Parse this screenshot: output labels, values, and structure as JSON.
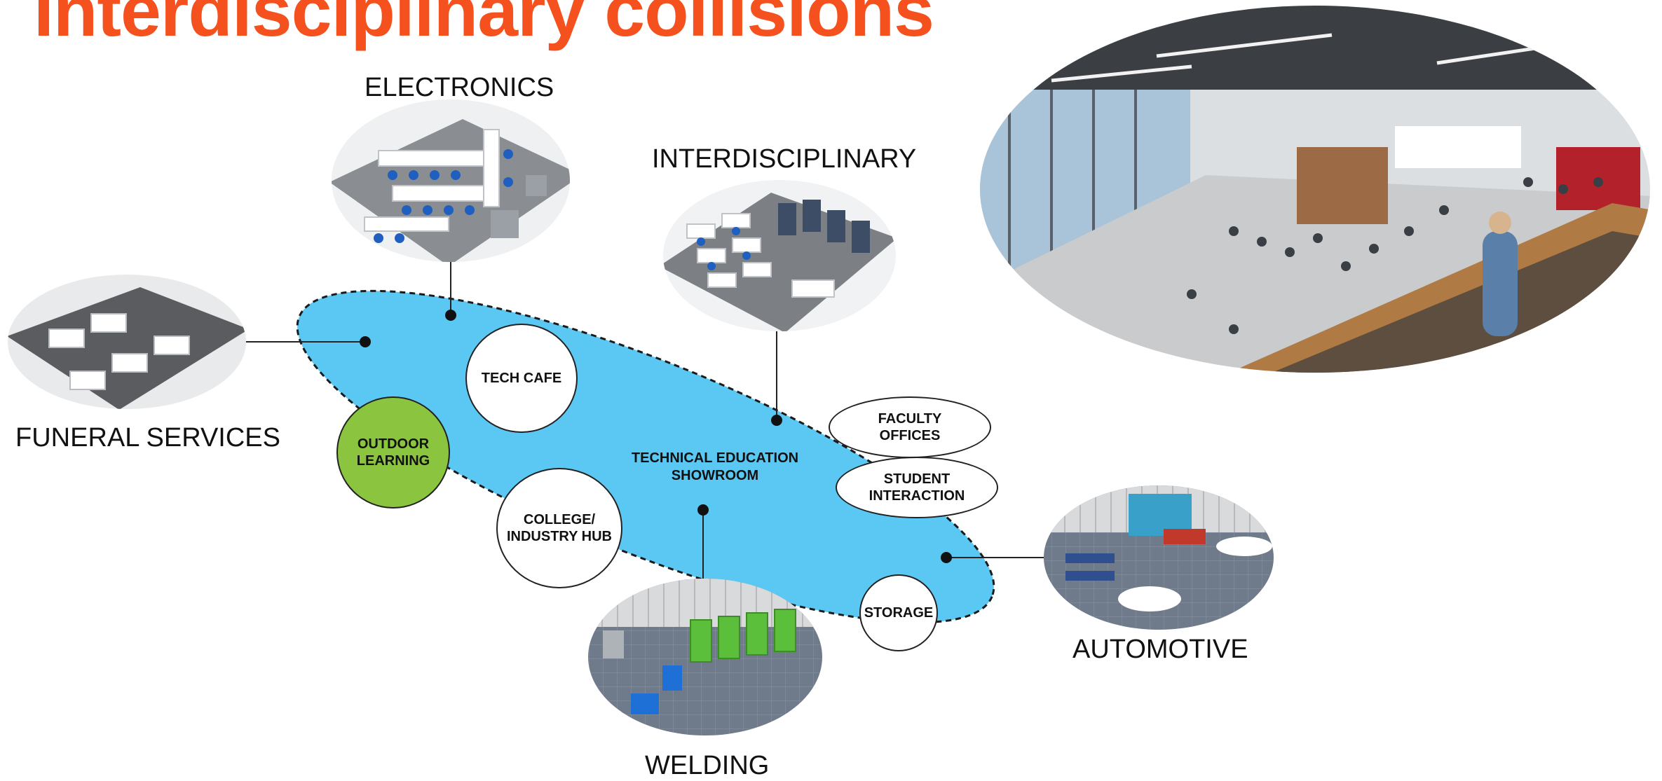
{
  "title": "Interdisciplinary collisions",
  "zones": {
    "electronics": "ELECTRONICS",
    "interdisciplinary": "INTERDISCIPLINARY",
    "funeral_services": "FUNERAL SERVICES",
    "automotive": "AUTOMOTIVE",
    "welding": "WELDING"
  },
  "hub": "TECHNICAL EDUCATION\nSHOWROOM",
  "spaces": {
    "tech_cafe": "TECH CAFE",
    "outdoor_learning": "OUTDOOR\nLEARNING",
    "college_industry_hub": "COLLEGE/\nINDUSTRY HUB",
    "faculty_offices": "FACULTY\nOFFICES",
    "student_interaction": "STUDENT\nINTERACTION",
    "storage": "STORAGE"
  },
  "colors": {
    "title": "#f4511e",
    "hub_fill": "#5bc8f3",
    "outdoor_fill": "#8bc53f"
  },
  "images": [
    "electronics-lab-render",
    "interdisciplinary-lab-render",
    "funeral-services-lab-render",
    "automotive-shop-render",
    "welding-shop-render",
    "atrium-interior-render"
  ]
}
